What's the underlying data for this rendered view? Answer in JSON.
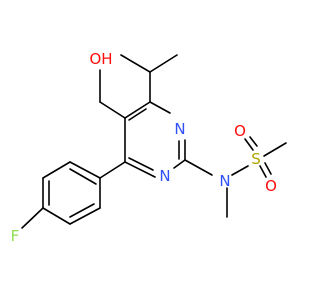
{
  "molecule": {
    "atoms": {
      "hydroxyl": "OH",
      "n_ring_top": "N",
      "n_ring_bottom": "N",
      "n_sulfonamide": "N",
      "sulfur": "S",
      "o_upper": "O",
      "o_lower": "O",
      "fluorine": "F"
    },
    "colors": {
      "bond": "#000000",
      "oxygen": "#ff0d0d",
      "nitrogen": "#3050f8",
      "sulfur": "#b2a400",
      "fluorine": "#90e050"
    }
  }
}
